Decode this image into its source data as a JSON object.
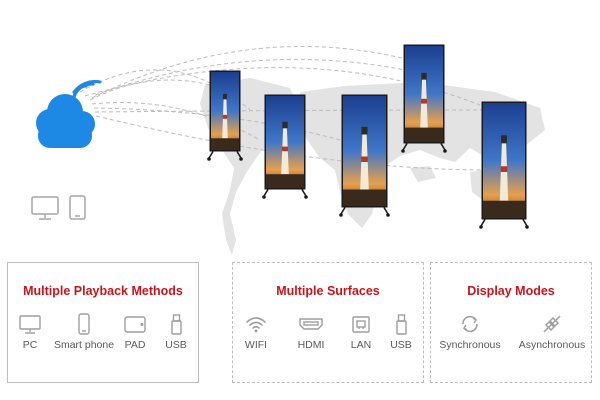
{
  "panels": [
    {
      "title": "Multiple Playback Methods",
      "items": [
        {
          "label": "PC",
          "icon": "monitor-icon"
        },
        {
          "label": "Smart phone",
          "icon": "smartphone-icon"
        },
        {
          "label": "PAD",
          "icon": "tablet-icon"
        },
        {
          "label": "USB",
          "icon": "usb-drive-icon"
        }
      ]
    },
    {
      "title": "Multiple Surfaces",
      "items": [
        {
          "label": "WIFI",
          "icon": "wifi-icon"
        },
        {
          "label": "HDMI",
          "icon": "hdmi-port-icon"
        },
        {
          "label": "LAN",
          "icon": "lan-port-icon"
        },
        {
          "label": "USB",
          "icon": "usb-drive-icon"
        }
      ]
    },
    {
      "title": "Display Modes",
      "items": [
        {
          "label": "Synchronous",
          "icon": "sync-icon"
        },
        {
          "label": "Asynchronous",
          "icon": "async-disconnected-icon"
        }
      ]
    }
  ],
  "colors": {
    "accent_red": "#c9141b",
    "cloud_blue": "#1e88e5",
    "panel_border": "#bdbdbd",
    "icon_gray": "#9e9e9e",
    "map_gray": "#e3e3e3"
  },
  "hero": {
    "cloud_icon": "cloud-icon",
    "wifi_icon": "wifi-signal-icon",
    "poster_icon": "led-poster-display-icon",
    "devices": [
      "monitor-icon",
      "tablet-icon"
    ]
  }
}
